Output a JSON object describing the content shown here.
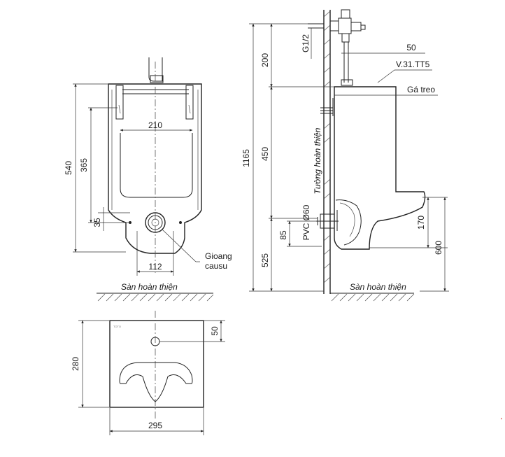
{
  "front_view": {
    "dims": {
      "height_total": "540",
      "height_inlet": "365",
      "spacing_small": "35",
      "width_inner": "210",
      "width_outlet": "112"
    },
    "labels": {
      "gasket_line1": "Gioang",
      "gasket_line2": "causu"
    },
    "floor_label": "Sàn hoàn thiện"
  },
  "top_view": {
    "dims": {
      "depth": "280",
      "hole_offset": "50",
      "width": "295"
    }
  },
  "side_view": {
    "dims": {
      "total_height": "1165",
      "valve_height": "200",
      "tank_height": "450",
      "floor_height": "525",
      "pvc_height": "85",
      "offset_50": "50",
      "lip_170": "170",
      "lip_600": "600"
    },
    "labels": {
      "thread": "G1/2",
      "valve_model": "V.31.TT5",
      "bracket": "Gá treo",
      "wall": "Tường hoàn thiện",
      "pvc": "PVC Ø60"
    },
    "floor_label": "Sàn hoàn thiện"
  },
  "colors": {
    "line": "#222222",
    "accent_mark": "#cc0000"
  }
}
